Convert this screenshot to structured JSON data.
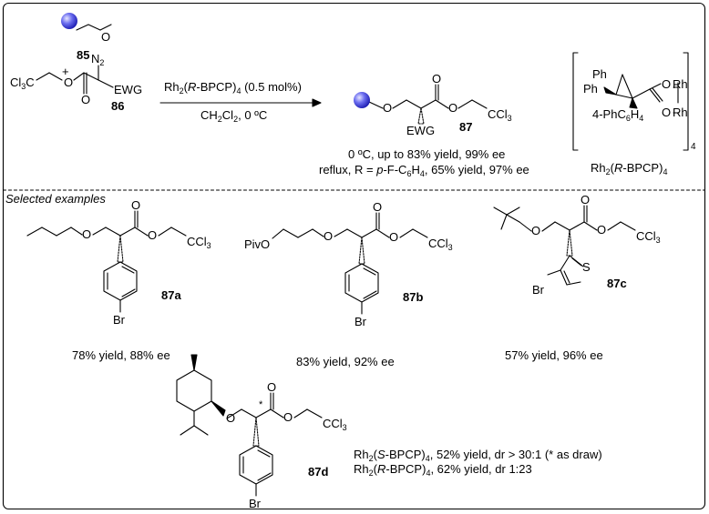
{
  "compounds": {
    "alkene_id": "85",
    "diazo_id": "86",
    "product_id": "87",
    "ex_a_id": "87a",
    "ex_b_id": "87b",
    "ex_c_id": "87c",
    "ex_d_id": "87d"
  },
  "scheme": {
    "plus": "+",
    "n2": "N",
    "n2_sub": "2",
    "ewg_reagent": "EWG",
    "ewg_product": "EWG",
    "cl3_left_c": "Cl",
    "cl3_left_sub": "3",
    "cl3_left_c2": "C",
    "ccl3": "CCl",
    "ccl3_sub": "3",
    "catalyst_pre": "Rh",
    "catalyst_sub": "2",
    "catalyst_paren": "(",
    "catalyst_r": "R",
    "catalyst_post": "-BPCP)",
    "catalyst_sub2": "4",
    "catalyst_loading": " (0.5 mol%)",
    "solvent_pre": "CH",
    "solvent_sub1": "2",
    "solvent_mid": "Cl",
    "solvent_sub2": "2",
    "solvent_post": ", 0 ºC",
    "result_line1": "0 ºC, up to 83% yield, 99% ee",
    "result_line2_pre": "reflux, R = ",
    "result_line2_p": "p",
    "result_line2_mid": "-F-C",
    "result_line2_sub1": "6",
    "result_line2_h": "H",
    "result_line2_sub2": "4",
    "result_line2_post": ", 65% yield, 97% ee"
  },
  "catalyst_structure": {
    "ph1": "Ph",
    "ph2": "Ph",
    "aryl_pre": "4-PhC",
    "aryl_sub1": "6",
    "aryl_h": "H",
    "aryl_sub2": "4",
    "rh_top": "Rh",
    "rh_bottom": "Rh",
    "o_top": "O",
    "o_bottom": "O",
    "multiplier": "4",
    "name_pre": "Rh",
    "name_sub": "2",
    "name_paren": "(",
    "name_r": "R",
    "name_post": "-BPCP)",
    "name_sub2": "4"
  },
  "section_label": "Selected examples",
  "atoms": {
    "O": "O",
    "Br": "Br",
    "S": "S",
    "PivO": "PivO",
    "star": "*"
  },
  "examples": {
    "a_result": "78% yield, 88% ee",
    "b_result": "83% yield, 92% ee",
    "c_result": "57% yield, 96% ee",
    "d_line1_pre": "Rh",
    "d_line1_sub": "2",
    "d_line1_paren": "(",
    "d_line1_s": "S",
    "d_line1_mid": "-BPCP)",
    "d_line1_sub2": "4",
    "d_line1_post": ", 52% yield, dr > 30:1 (* as draw)",
    "d_line2_pre": "Rh",
    "d_line2_sub": "2",
    "d_line2_paren": "(",
    "d_line2_r": "R",
    "d_line2_mid": "-BPCP)",
    "d_line2_sub2": "4",
    "d_line2_post": ", 62% yield, dr 1:23"
  },
  "colors": {
    "border": "#000000",
    "sphere": "#6d6ff0"
  }
}
